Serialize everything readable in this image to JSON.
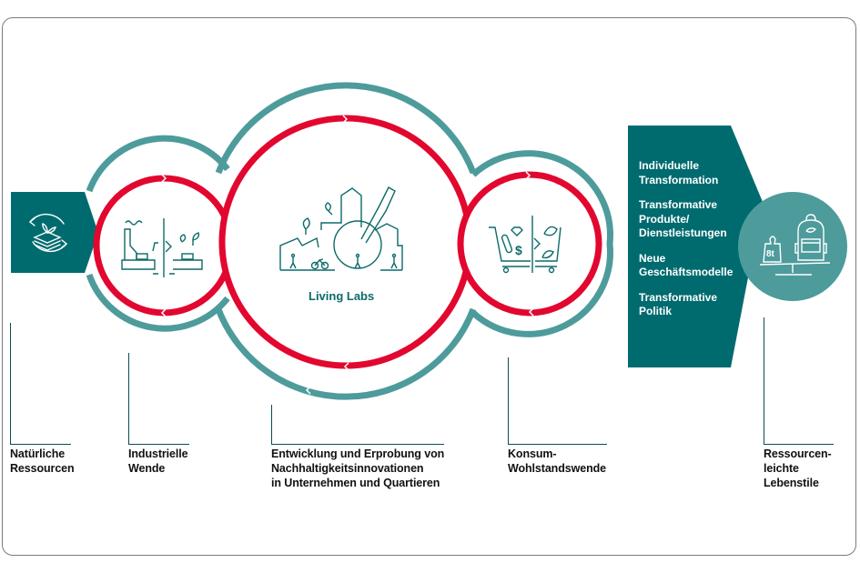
{
  "colors": {
    "teal_dark": "#006b6f",
    "teal_light": "#4e9b9c",
    "red": "#e2072f",
    "icon_stroke": "#0d6a6a",
    "text": "#111111",
    "frame_border": "#7a7a7a"
  },
  "center": {
    "title": "Living Labs",
    "icon": "city-magnifier-icon"
  },
  "left_panel": {
    "icon": "recycle-resources-icon"
  },
  "circles": [
    {
      "id": "industrial",
      "icon": "factory-to-green-icon"
    },
    {
      "id": "consumption",
      "icon": "shopping-cart-transition-icon"
    }
  ],
  "right_panel": {
    "items": [
      {
        "line1": "Individuelle",
        "line2": "Transformation"
      },
      {
        "line1": "Transformative",
        "line2": "Produkte/",
        "line3": "Dienstleistungen"
      },
      {
        "line1": "Neue",
        "line2": "Geschäftsmodelle"
      },
      {
        "line1": "Transformative",
        "line2": "Politik"
      }
    ],
    "badge_icon": "scale-weight-backpack-icon",
    "weight_label": "8t"
  },
  "labels": [
    {
      "line1": "Natürliche",
      "line2": "Ressourcen"
    },
    {
      "line1": "Industrielle",
      "line2": "Wende"
    },
    {
      "line1": "Entwicklung und Erprobung von",
      "line2": "Nachhaltigkeitsinnovationen",
      "line3": "in Unternehmen und Quartieren"
    },
    {
      "line1": "Konsum-",
      "line2": "Wohlstandswende"
    },
    {
      "line1": "Ressourcen-",
      "line2": "leichte",
      "line3": "Lebenstile"
    }
  ]
}
